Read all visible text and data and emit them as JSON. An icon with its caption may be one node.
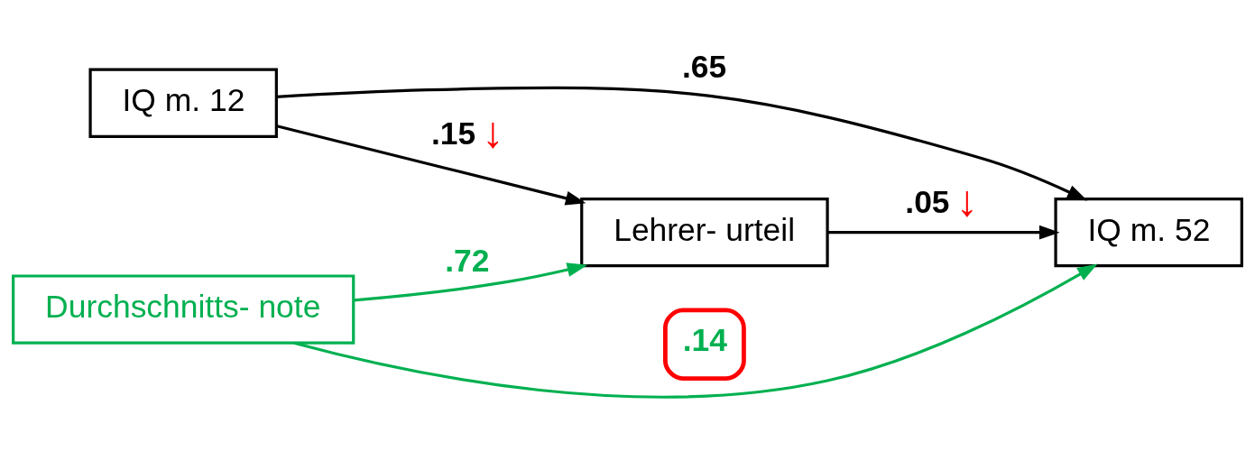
{
  "diagram": {
    "nodes": [
      {
        "text": [
          "IQ m. 12"
        ]
      },
      {
        "text": [
          "IQ m. 52"
        ]
      },
      {
        "text": [
          "Lehrer- urteil"
        ]
      },
      {
        "text": [
          "Durchschnitts- note"
        ]
      }
    ],
    "edges": [
      {
        "from": 0,
        "to": 1,
        "arrow": "to",
        "label": ".65"
      },
      {
        "from": 0,
        "to": 2,
        "arrow": "to",
        "label": ".15"
      },
      {
        "from": 2,
        "to": 1,
        "arrow": "to",
        "label": ".05"
      },
      {
        "from": 3,
        "to": 2,
        "arrow": "to",
        "label": ".72",
        "color": "#00b050"
      },
      {
        "from": 3,
        "to": 1,
        "arrow": "to",
        "label": ".14",
        "color": "#00b050"
      }
    ],
    "labels": [
      "↓",
      "↓"
    ]
  }
}
